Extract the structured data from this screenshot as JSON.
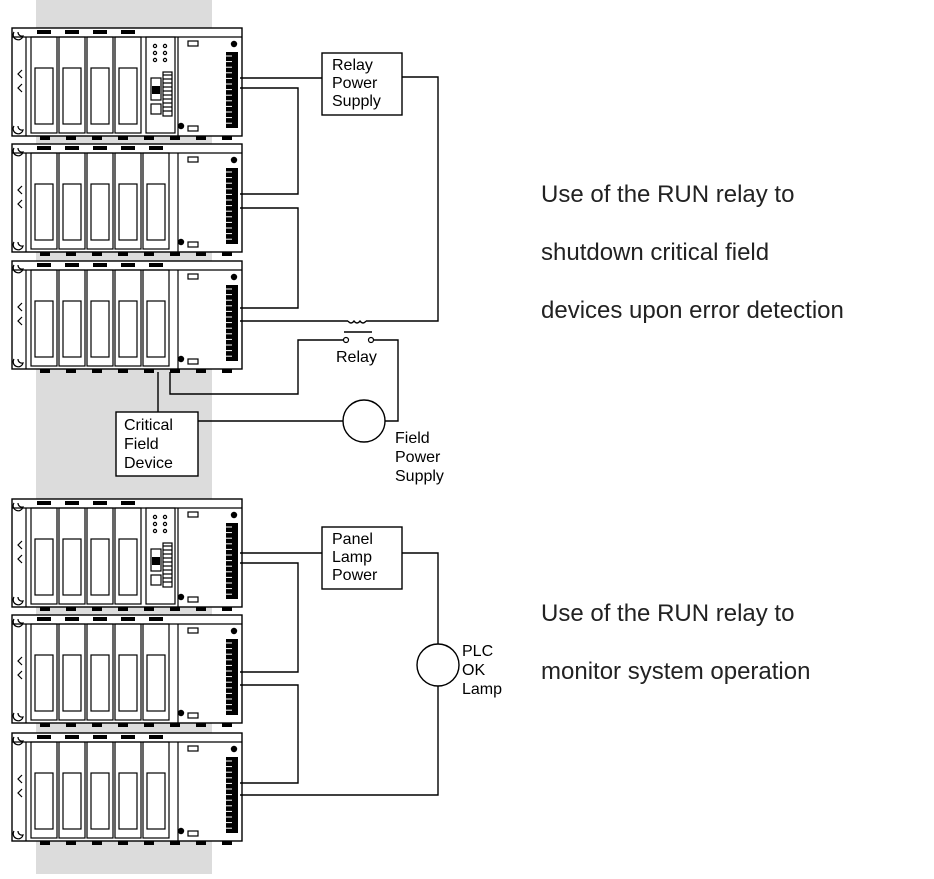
{
  "diagram_top": {
    "caption_lines": [
      "Use of the RUN relay to",
      "shutdown critical field",
      "devices upon error detection"
    ],
    "relay_power_supply": [
      "Relay",
      "Power",
      "Supply"
    ],
    "relay_label": "Relay",
    "critical_field_device": [
      "Critical",
      "Field",
      "Device"
    ],
    "field_power_supply": [
      "Field",
      "Power",
      "Supply"
    ]
  },
  "diagram_bottom": {
    "caption_lines": [
      "Use of the RUN relay to",
      "monitor system operation"
    ],
    "panel_lamp_power": [
      "Panel",
      "Lamp",
      "Power"
    ],
    "plc_ok_lamp": [
      "PLC",
      "OK",
      "Lamp"
    ]
  },
  "colors": {
    "backplane_strip": "#dcdcdc",
    "ink": "#000000"
  }
}
